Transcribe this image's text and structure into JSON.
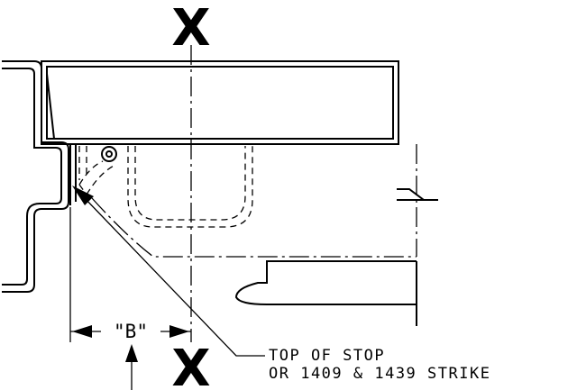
{
  "section_marks": {
    "top": "X",
    "bottom": "X"
  },
  "dimension": {
    "label": "\"B\""
  },
  "note": {
    "line1": "TOP OF STOP",
    "line2": "OR 1409 & 1439 STRIKE"
  }
}
